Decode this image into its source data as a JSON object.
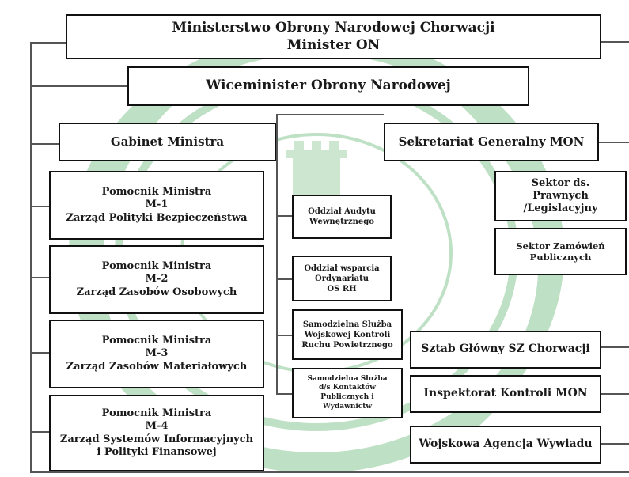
{
  "title_box": {
    "line1": "Ministerstwo Obrony Narodowej Chorwacji",
    "line2": "Minister ON"
  },
  "deputy": "Wiceminister  Obrony  Narodowej",
  "cabinet": "Gabinet Ministra",
  "secretariat": "Sekretariat Generalny MON",
  "assistants": [
    {
      "title": "Pomocnik Ministra",
      "code": "M-1",
      "name": "Zarząd Polityki Bezpieczeństwa"
    },
    {
      "title": "Pomocnik Ministra",
      "code": "M-2",
      "name": "Zarząd Zasobów Osobowych"
    },
    {
      "title": "Pomocnik Ministra",
      "code": "M-3",
      "name": "Zarząd Zasobów Materiałowych"
    },
    {
      "title": "Pomocnik Ministra",
      "code": "M-4",
      "name": "Zarząd Systemów Informacyjnych",
      "name2": "i Polityki Finansowej"
    }
  ],
  "center_units": [
    {
      "l1": "Oddział Audytu",
      "l2": "Wewnętrznego"
    },
    {
      "l1": "Oddział wsparcia",
      "l2": "Ordynariatu",
      "l3": "OS RH"
    },
    {
      "l1": "Samodzielna Służba",
      "l2": "Wojskowej Kontroli",
      "l3": "Ruchu Powietrznego"
    },
    {
      "l1": "Samodzielna Służba",
      "l2": "d/s Kontaktów",
      "l3": "Publicznych i",
      "l4": "Wydawnictw"
    }
  ],
  "legal": {
    "l1": "Sektor ds.",
    "l2": "Prawnych",
    "l3": "/Legislacyjny"
  },
  "procurement": {
    "l1": "Sektor Zamówień",
    "l2": "Publicznych"
  },
  "right_units": [
    "Sztab Główny SZ Chorwacji",
    "Inspektorat Kontroli MON",
    "Wojskowa Agencja Wywiadu"
  ],
  "colors": {
    "watermark": "#9fcfa8",
    "box_border": "#111111",
    "connector": "#555555"
  },
  "watermark_icon": "ministry-seal-watermark"
}
